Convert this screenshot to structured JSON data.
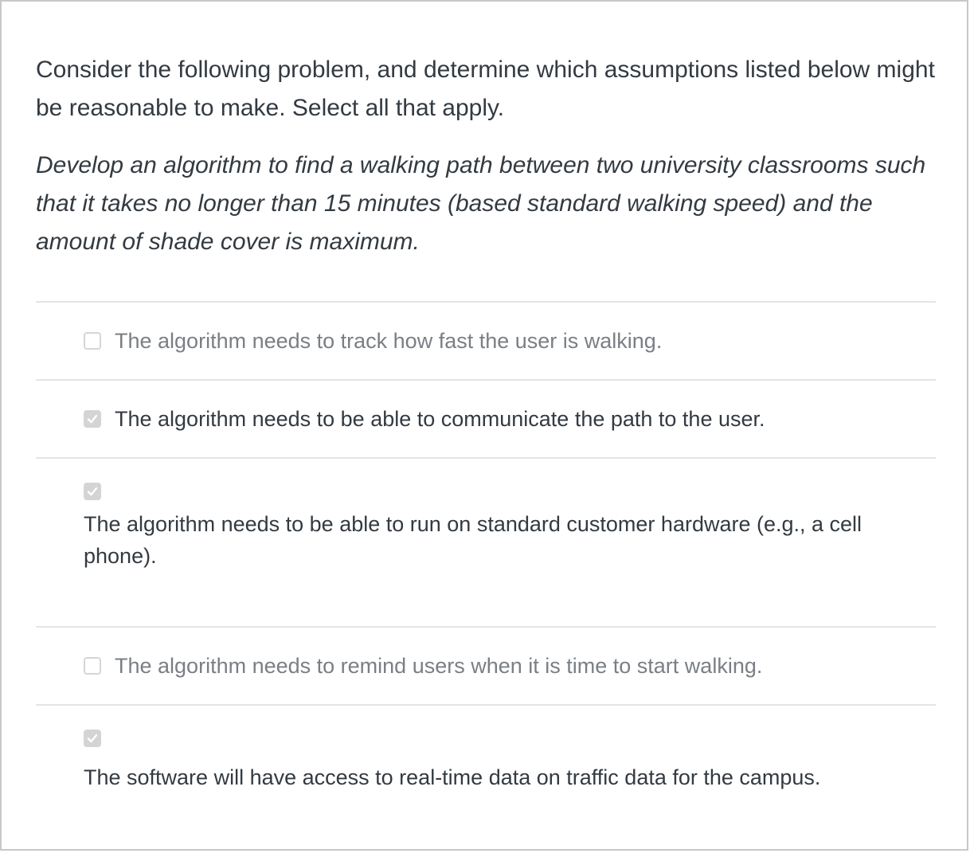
{
  "question": {
    "prompt": "Consider the following problem, and determine which assumptions listed below might be reasonable to make. Select all that apply.",
    "problem": "Develop an algorithm to find a walking path between two university classrooms such that it takes no longer than 15 minutes (based standard walking speed) and the amount of shade cover is maximum."
  },
  "options": [
    {
      "label": "The algorithm needs to track how fast the user is walking.",
      "checked": false
    },
    {
      "label": "The algorithm needs to be able to communicate the path to the user.",
      "checked": true
    },
    {
      "label": "The algorithm needs to be able to run on standard customer hardware (e.g., a cell phone).",
      "checked": true
    },
    {
      "label": "The algorithm needs to remind users when it is time to start walking.",
      "checked": false
    },
    {
      "label": "The software will have access to real-time data on traffic data for the campus.",
      "checked": true
    }
  ],
  "colors": {
    "text": "#333a41",
    "muted_text": "#7a7f85",
    "divider": "#e4e4e4",
    "checkbox_checked": "#d4d4d4",
    "checkmark": "#ffffff"
  },
  "icons": {
    "checkmark": "checkmark-icon"
  }
}
